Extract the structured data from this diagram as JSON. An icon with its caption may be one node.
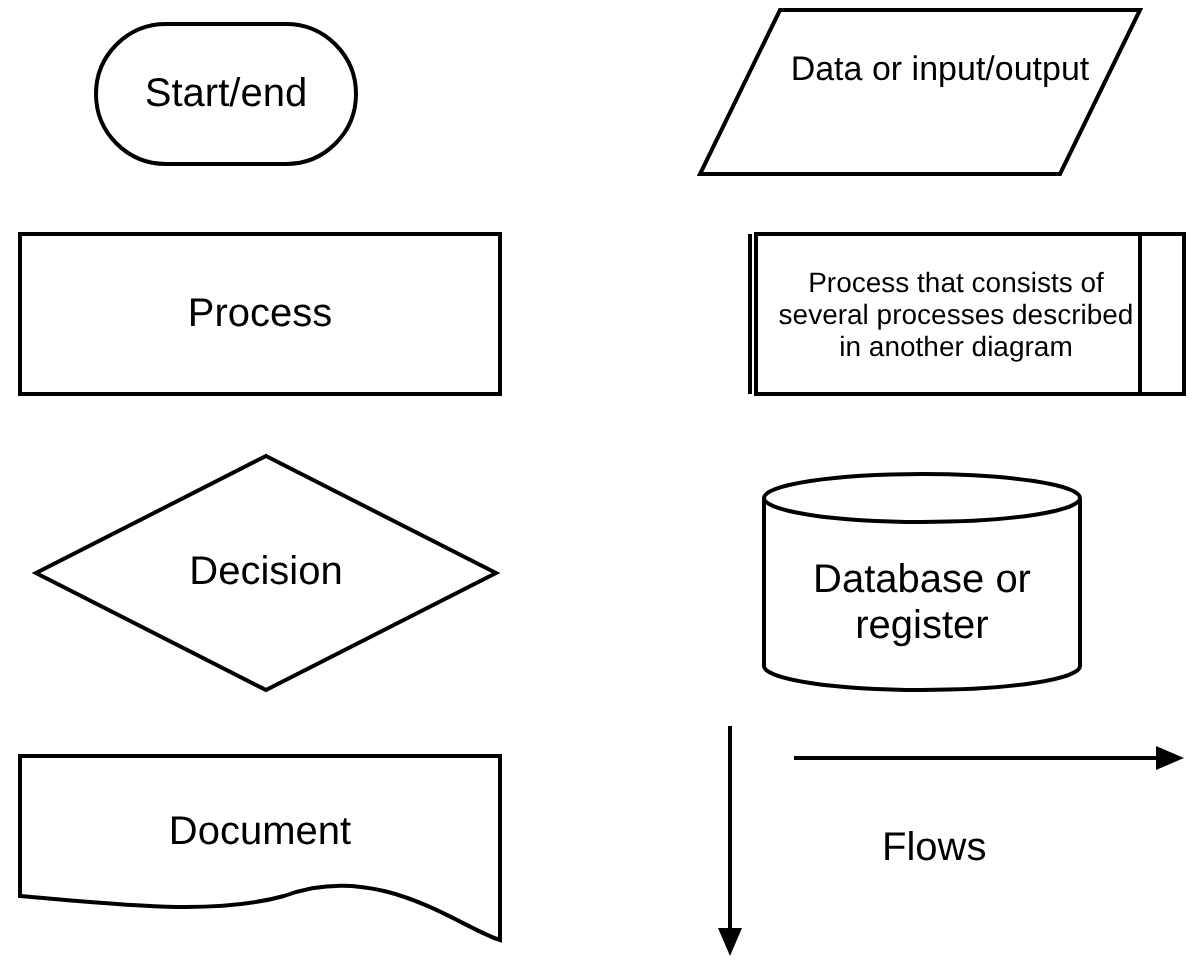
{
  "diagram": {
    "nodes": [
      {
        "text": [
          "Start/end"
        ]
      },
      {
        "text": [
          "Data or input/output"
        ]
      },
      {
        "text": [
          "Process"
        ]
      },
      {
        "text": [
          "Process that consists of several processes described in another diagram"
        ]
      },
      {
        "text": [
          "Decision"
        ]
      },
      {
        "text": [
          "Database or register"
        ]
      },
      {
        "text": [
          "Document"
        ]
      }
    ],
    "labels": [
      "Flows"
    ]
  }
}
